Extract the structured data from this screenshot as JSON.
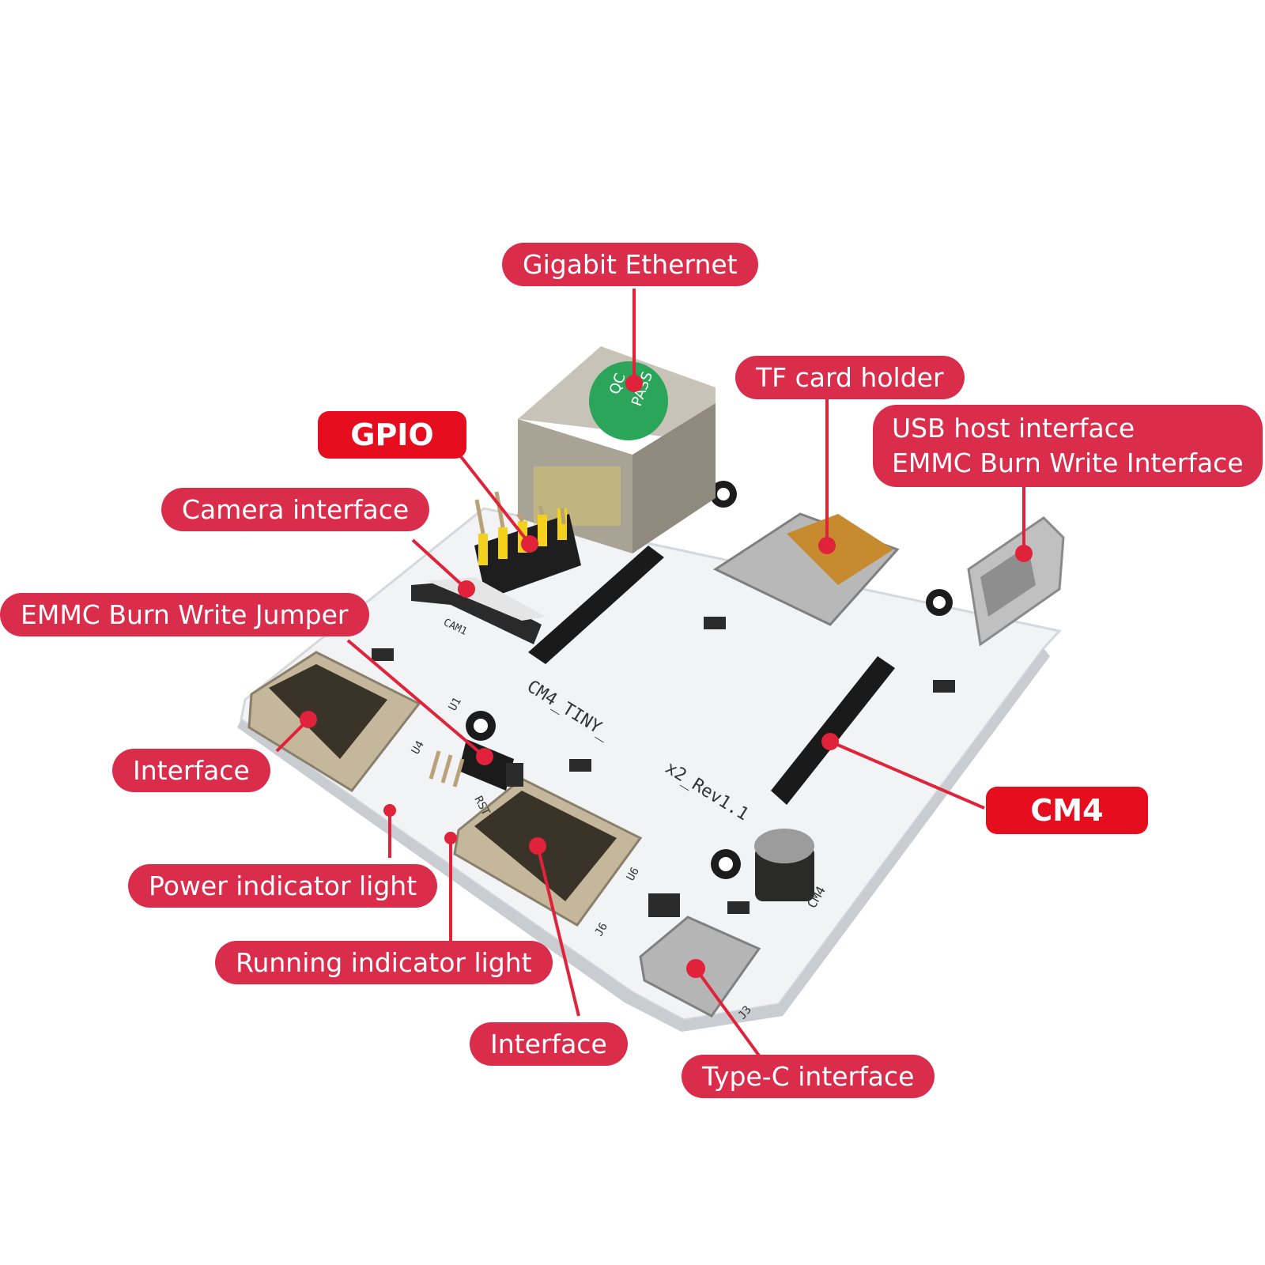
{
  "colors": {
    "label_bg": "#d92d4b",
    "label_bold_bg": "#e60e1e",
    "leader_line": "#e0223a",
    "board": "#f2f4f6",
    "metal": "#b8b2a6"
  },
  "labels": {
    "gigabit_ethernet": "Gigabit Ethernet",
    "tf_card_holder": "TF card holder",
    "gpio": "GPIO",
    "usb_host_line1": "USB host interface",
    "usb_host_line2": "EMMC Burn Write Interface",
    "camera_interface": "Camera interface",
    "emmc_jumper": "EMMC Burn Write Jumper",
    "interface_left": "Interface",
    "cm4": "CM4",
    "power_indicator": "Power indicator light",
    "running_indicator": "Running indicator light",
    "interface_bottom": "Interface",
    "type_c": "Type-C interface"
  },
  "board_silkscreen": {
    "model": "CM4_TINY_",
    "revision": "x2_Rev1.1",
    "qc_sticker_line1": "QC",
    "qc_sticker_line2": "PASS",
    "cam": "CAM1",
    "rst": "RST",
    "cm4": "CM4",
    "j3": "J3",
    "j6": "J6",
    "u1": "U1",
    "u4": "U4",
    "u6": "U6"
  }
}
